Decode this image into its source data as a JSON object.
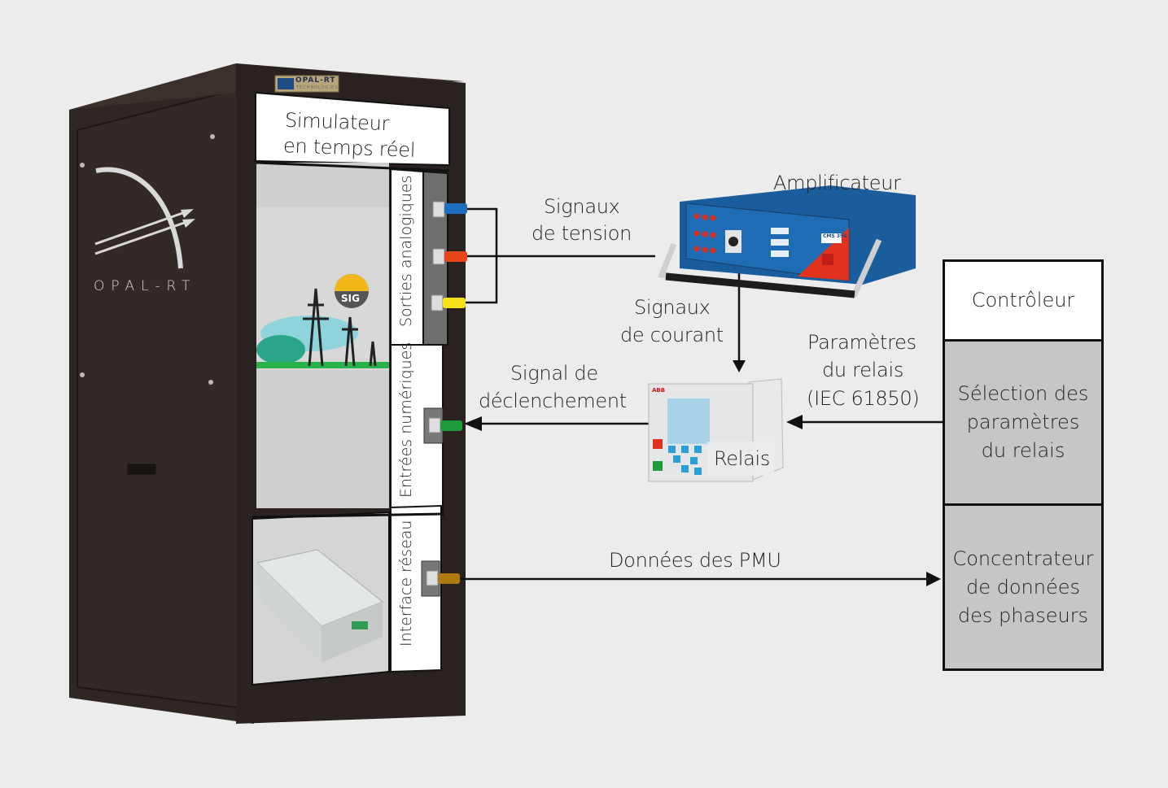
{
  "simulator": {
    "brand_badge": "OPAL-RT",
    "brand_badge_sub": "TECHNOLOGIES",
    "side_logo_text": "OPAL-RT",
    "title_line1": "Simulateur",
    "title_line2": "en temps réel",
    "sections": [
      {
        "label": "Sorties analogiques",
        "connectors": [
          "#1f6fc0",
          "#e8471c",
          "#f5e21a"
        ]
      },
      {
        "label": "Entrées numériques",
        "connectors": [
          "#1e9a3c"
        ]
      },
      {
        "label": "Interface réseau",
        "connectors": [
          "#b07a10"
        ]
      }
    ],
    "grid_logo_text": "SIG"
  },
  "amplifier": {
    "label": "Amplificateur",
    "model": "CMS 356"
  },
  "relay": {
    "label": "Relais",
    "brand": "ABB"
  },
  "signals": {
    "voltage_line1": "Signaux",
    "voltage_line2": "de tension",
    "current_line1": "Signaux",
    "current_line2": "de courant",
    "trip_line1": "Signal de",
    "trip_line2": "déclenchement",
    "params_line1": "Paramètres",
    "params_line2": "du relais",
    "params_line3": "(IEC 61850)",
    "pmu": "Données des PMU"
  },
  "controller": {
    "title": "Contrôleur",
    "block1_line1": "Sélection des",
    "block1_line2": "paramètres",
    "block1_line3": "du relais",
    "block2_line1": "Concentrateur",
    "block2_line2": "de données",
    "block2_line3": "des phaseurs"
  },
  "colors": {
    "background": "#ececec",
    "cabinet": "#2e2623",
    "amplifier_blue": "#1e63a8",
    "amplifier_red": "#e0321c",
    "controller_grey": "#c6c6c6"
  }
}
